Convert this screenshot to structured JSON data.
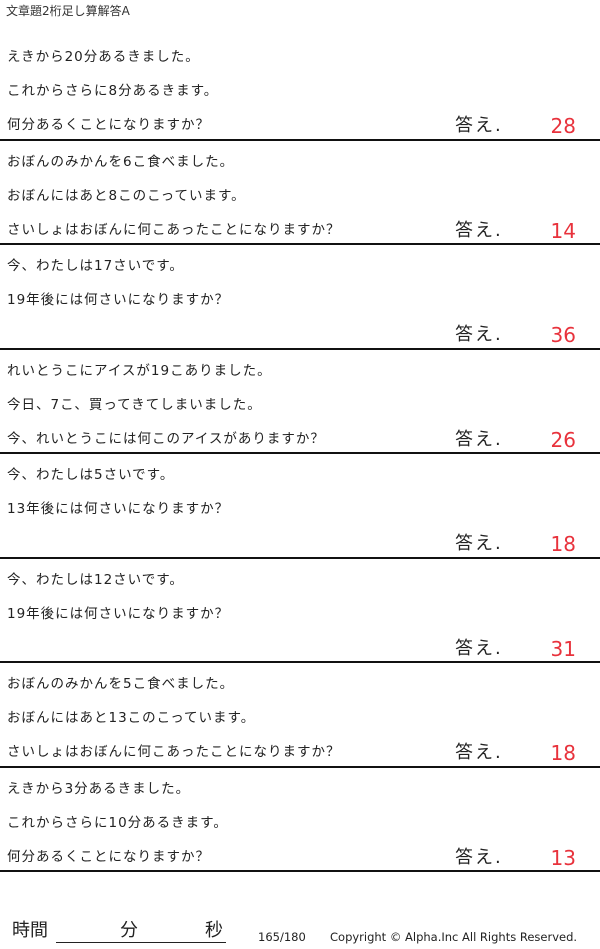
{
  "header": {
    "title": "文章題2桁足し算解答A"
  },
  "problems": [
    {
      "lines": [
        "えきから20分あるきました。",
        "これからさらに8分あるきます。",
        "何分あるくことになりますか？"
      ],
      "answer_label": "答え.",
      "answer": "28"
    },
    {
      "lines": [
        "おぼんのみかんを6こ食べました。",
        "おぼんにはあと8このこっています。",
        "さいしょはおぼんに何こあったことになりますか？"
      ],
      "answer_label": "答え.",
      "answer": "14"
    },
    {
      "lines": [
        "今、わたしは17さいです。",
        "19年後には何さいになりますか？",
        ""
      ],
      "answer_label": "答え.",
      "answer": "36"
    },
    {
      "lines": [
        "れいとうこにアイスが19こありました。",
        "今日、7こ、買ってきてしまいました。",
        "今、れいとうこには何このアイスがありますか？"
      ],
      "answer_label": "答え.",
      "answer": "26"
    },
    {
      "lines": [
        "今、わたしは5さいです。",
        "13年後には何さいになりますか？",
        ""
      ],
      "answer_label": "答え.",
      "answer": "18"
    },
    {
      "lines": [
        "今、わたしは12さいです。",
        "19年後には何さいになりますか？",
        ""
      ],
      "answer_label": "答え.",
      "answer": "31"
    },
    {
      "lines": [
        "おぼんのみかんを5こ食べました。",
        "おぼんにはあと13このこっています。",
        "さいしょはおぼんに何こあったことになりますか？"
      ],
      "answer_label": "答え.",
      "answer": "18"
    },
    {
      "lines": [
        "えきから3分あるきました。",
        "これからさらに10分あるきます。",
        "何分あるくことになりますか？"
      ],
      "answer_label": "答え.",
      "answer": "13"
    }
  ],
  "footer": {
    "time_label": "時間",
    "minute_label": "分",
    "second_label": "秒",
    "page_counter": "165/180",
    "copyright": "Copyright ©  Alpha.Inc All Rights Reserved."
  },
  "colors": {
    "answer": "#e8323c",
    "text": "#222222",
    "rule": "#111111"
  }
}
